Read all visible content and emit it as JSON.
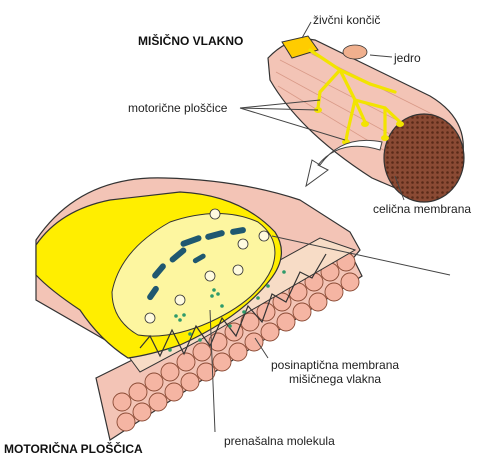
{
  "title_top": "MIŠIČNO VLAKNO",
  "title_bottom": "MOTORIČNA PLOŠČICA",
  "labels": {
    "nerve_ending": "živčni končič",
    "nucleus": "jedro",
    "motor_plates": "motorične ploščice",
    "cell_membrane": "celična membrana",
    "postsynaptic_1": "posinaptična membrana",
    "postsynaptic_2": "mišičnega vlakna",
    "transmitter": "prenašalna molekula"
  },
  "colors": {
    "nerve_yellow": "#ffee00",
    "fiber_pink": "#f3c4b6",
    "cut_brown": "#8a4a34",
    "vesicle_blue": "#1f5870",
    "molecule_green": "#2e9b6a"
  }
}
